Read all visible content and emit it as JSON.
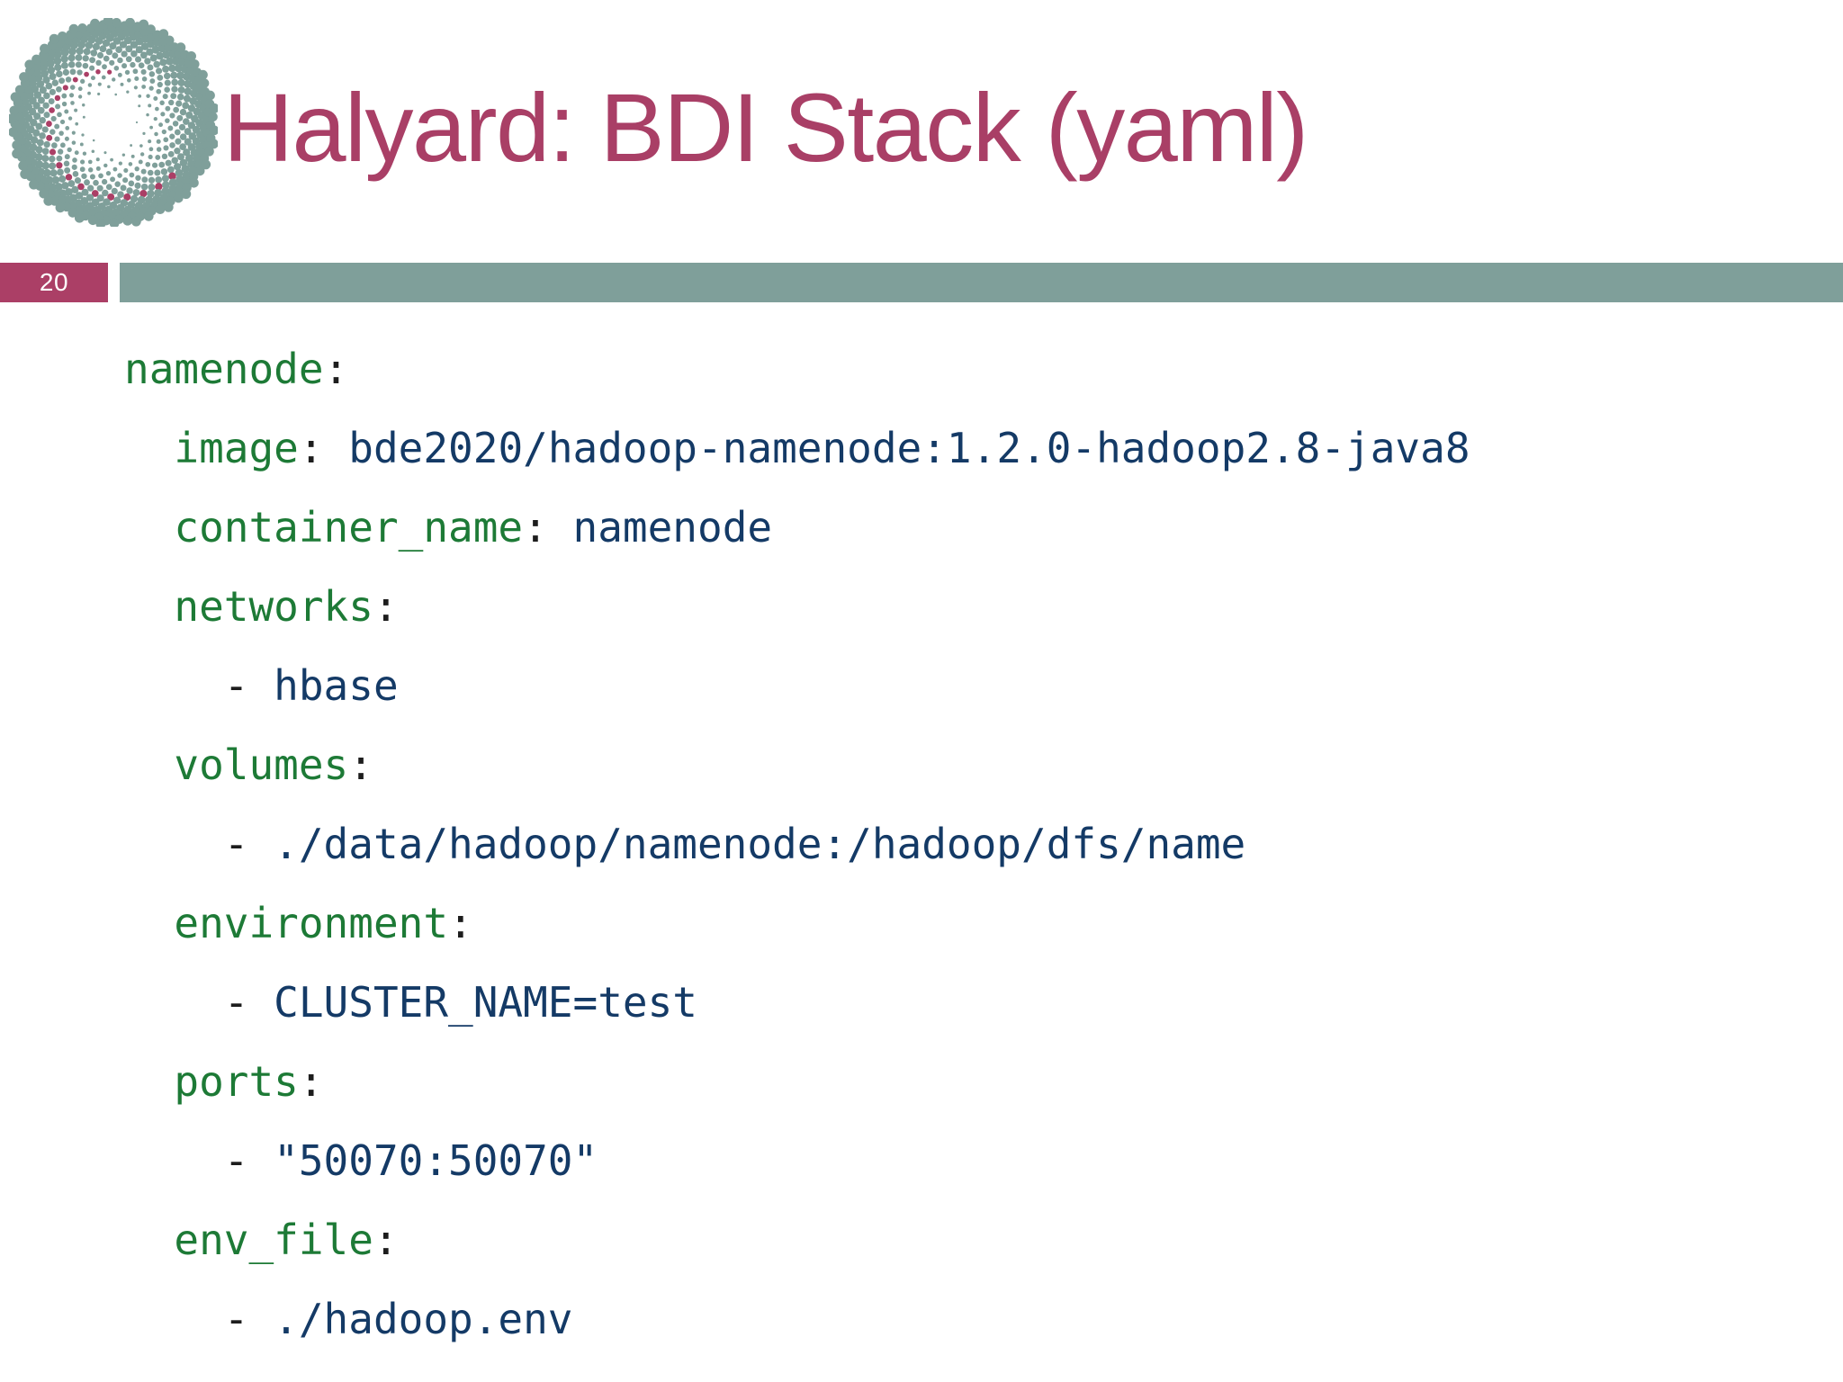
{
  "slide": {
    "title": "Halyard: BDI Stack (yaml)",
    "page_number": "20",
    "title_color": "#a93f66",
    "badge_color": "#ab3f66",
    "rule_color": "#7f9f9a",
    "logo_dot_color": "#7f9f9a",
    "logo_accent_color": "#ab3f66"
  },
  "code": {
    "language": "yaml",
    "key_color": "#1d7a36",
    "value_color": "#143a66",
    "punct_color": "#1d1d1d",
    "lines": [
      {
        "indent": 0,
        "dash": false,
        "key": "namenode",
        "colon": ":",
        "value": ""
      },
      {
        "indent": 1,
        "dash": false,
        "key": "image",
        "colon": ":",
        "value": "bde2020/hadoop-namenode:1.2.0-hadoop2.8-java8"
      },
      {
        "indent": 1,
        "dash": false,
        "key": "container_name",
        "colon": ":",
        "value": "namenode"
      },
      {
        "indent": 1,
        "dash": false,
        "key": "networks",
        "colon": ":",
        "value": ""
      },
      {
        "indent": 2,
        "dash": true,
        "key": "",
        "colon": "",
        "value": "hbase"
      },
      {
        "indent": 1,
        "dash": false,
        "key": "volumes",
        "colon": ":",
        "value": ""
      },
      {
        "indent": 2,
        "dash": true,
        "key": "",
        "colon": "",
        "value": "./data/hadoop/namenode:/hadoop/dfs/name"
      },
      {
        "indent": 1,
        "dash": false,
        "key": "environment",
        "colon": ":",
        "value": ""
      },
      {
        "indent": 2,
        "dash": true,
        "key": "",
        "colon": "",
        "value": "CLUSTER_NAME=test"
      },
      {
        "indent": 1,
        "dash": false,
        "key": "ports",
        "colon": ":",
        "value": ""
      },
      {
        "indent": 2,
        "dash": true,
        "key": "",
        "colon": "",
        "value": "\"50070:50070\""
      },
      {
        "indent": 1,
        "dash": false,
        "key": "env_file",
        "colon": ":",
        "value": ""
      },
      {
        "indent": 2,
        "dash": true,
        "key": "",
        "colon": "",
        "value": "./hadoop.env"
      }
    ]
  }
}
